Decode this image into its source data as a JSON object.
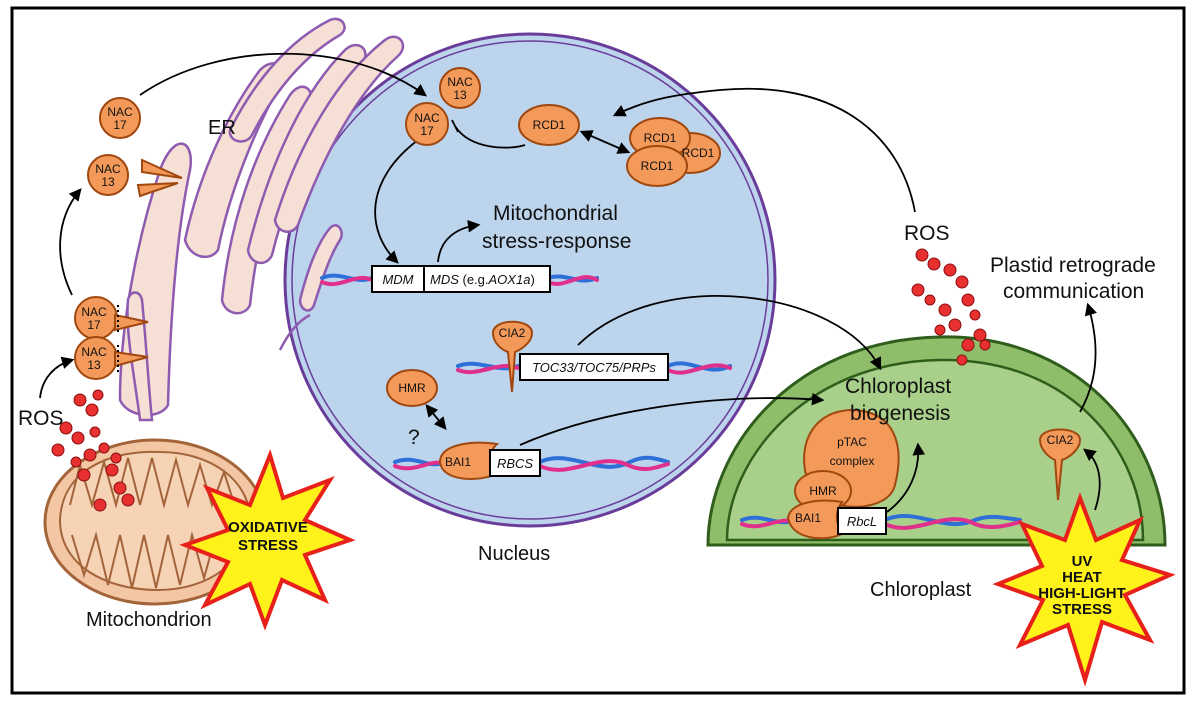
{
  "labels": {
    "er": "ER",
    "nucleus": "Nucleus",
    "mitochondrion": "Mitochondrion",
    "chloroplast": "Chloroplast",
    "ros_left": "ROS",
    "ros_right": "ROS",
    "mito_stress_1": "Mitochondrial",
    "mito_stress_2": "stress-response",
    "plastid_retro_1": "Plastid retrograde",
    "plastid_retro_2": "communication",
    "chloro_biogen_1": "Chloroplast",
    "chloro_biogen_2": "biogenesis",
    "question": "?"
  },
  "proteins": {
    "nac17_top_1": "NAC",
    "nac17_top_2": "17",
    "nac13_left_1": "NAC",
    "nac13_left_2": "13",
    "nac17_er_1": "NAC",
    "nac17_er_2": "17",
    "nac13_er_1": "NAC",
    "nac13_er_2": "13",
    "nac13_nuc_1": "NAC",
    "nac13_nuc_2": "13",
    "nac17_nuc_1": "NAC",
    "nac17_nuc_2": "17",
    "rcd1_single": "RCD1",
    "rcd1_a": "RCD1",
    "rcd1_b": "RCD1",
    "rcd1_c": "RCD1",
    "cia2_nucleus": "CIA2",
    "hmr_nucleus": "HMR",
    "bai1_nucleus": "BAI1",
    "ptac_1": "pTAC",
    "ptac_2": "complex",
    "hmr_chloro": "HMR",
    "bai1_chloro": "BAI1",
    "cia2_chloro": "CIA2"
  },
  "gene_boxes": {
    "mdm": "MDM",
    "mds_prefix": "MDS",
    "mds_mid": " (e.g.",
    "mds_gene": "AOX1a",
    "mds_suffix": ")",
    "toc": "TOC33/TOC75/PRPs",
    "rbcs": "RBCS",
    "rbcl": "RbcL"
  },
  "stress_bursts": {
    "oxidative_1": "OXIDATIVE",
    "oxidative_2": "STRESS",
    "uv_1": "UV",
    "uv_2": "HEAT",
    "uv_3": "HIGH-LIGHT",
    "uv_4": "STRESS"
  },
  "colors": {
    "nucleus_fill": "#bcd4ec",
    "nucleus_stroke": "#6a3d9a",
    "er_fill": "#f6dfd4",
    "er_stroke": "#8e5bb0",
    "protein_fill": "#f39a5a",
    "protein_stroke": "#a04810",
    "mito_fill": "#f3c7a4",
    "mito_stroke": "#a4643a",
    "chloro_outer": "#8fbd6a",
    "chloro_inner": "#a8d08a",
    "chloro_stroke": "#2f5e1c",
    "dna_blue": "#2e6fd8",
    "dna_pink": "#e0308c",
    "burst_fill": "#fff21a",
    "burst_stroke": "#e8201a",
    "ros_red": "#e83030"
  }
}
